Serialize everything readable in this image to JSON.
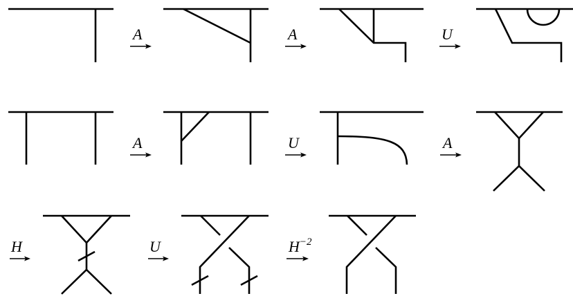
{
  "diagram": {
    "row1_arrows": [
      {
        "label": "A",
        "superscript": ""
      },
      {
        "label": "A",
        "superscript": ""
      },
      {
        "label": "U",
        "superscript": ""
      }
    ],
    "row2_arrows": [
      {
        "label": "A",
        "superscript": ""
      },
      {
        "label": "U",
        "superscript": ""
      },
      {
        "label": "A",
        "superscript": ""
      }
    ],
    "row3_arrows": [
      {
        "label": "H",
        "superscript": ""
      },
      {
        "label": "U",
        "superscript": ""
      },
      {
        "label": "H",
        "superscript": "−2"
      }
    ],
    "colors": {
      "stroke": "#000000",
      "background": "#ffffff"
    }
  }
}
